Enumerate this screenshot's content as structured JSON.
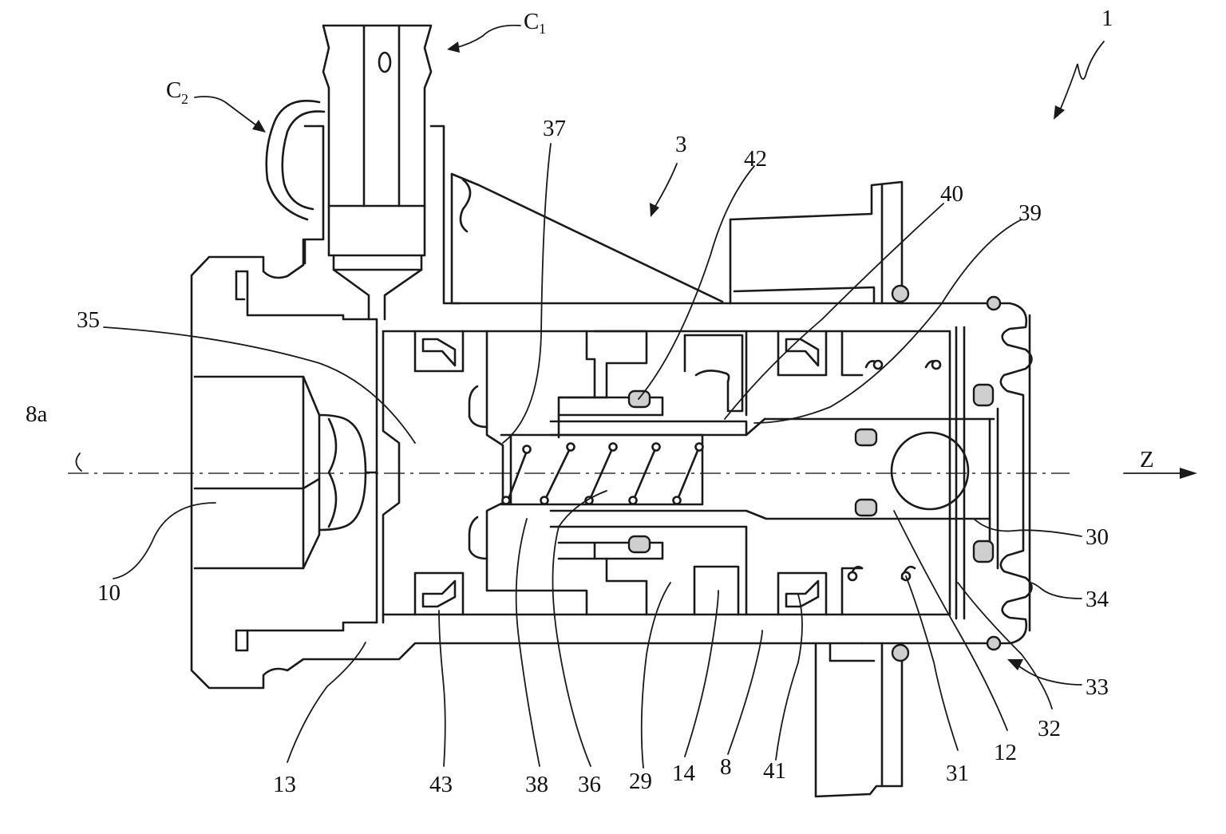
{
  "labels": {
    "n1": "1",
    "n3": "3",
    "c1": "C",
    "c1_sub": "1",
    "c2": "C",
    "c2_sub": "2",
    "n37": "37",
    "n42": "42",
    "n40": "40",
    "n39": "39",
    "n35": "35",
    "n8a": "8a",
    "z": "Z",
    "n10": "10",
    "n30": "30",
    "n34": "34",
    "n33": "33",
    "n32": "32",
    "n12": "12",
    "n31": "31",
    "n41": "41",
    "n8": "8",
    "n14": "14",
    "n29": "29",
    "n36": "36",
    "n38": "38",
    "n43": "43",
    "n13": "13"
  },
  "colors": {
    "line": "#1a1a1a",
    "seal_fill": "#cfcfcf",
    "background": "#ffffff"
  }
}
